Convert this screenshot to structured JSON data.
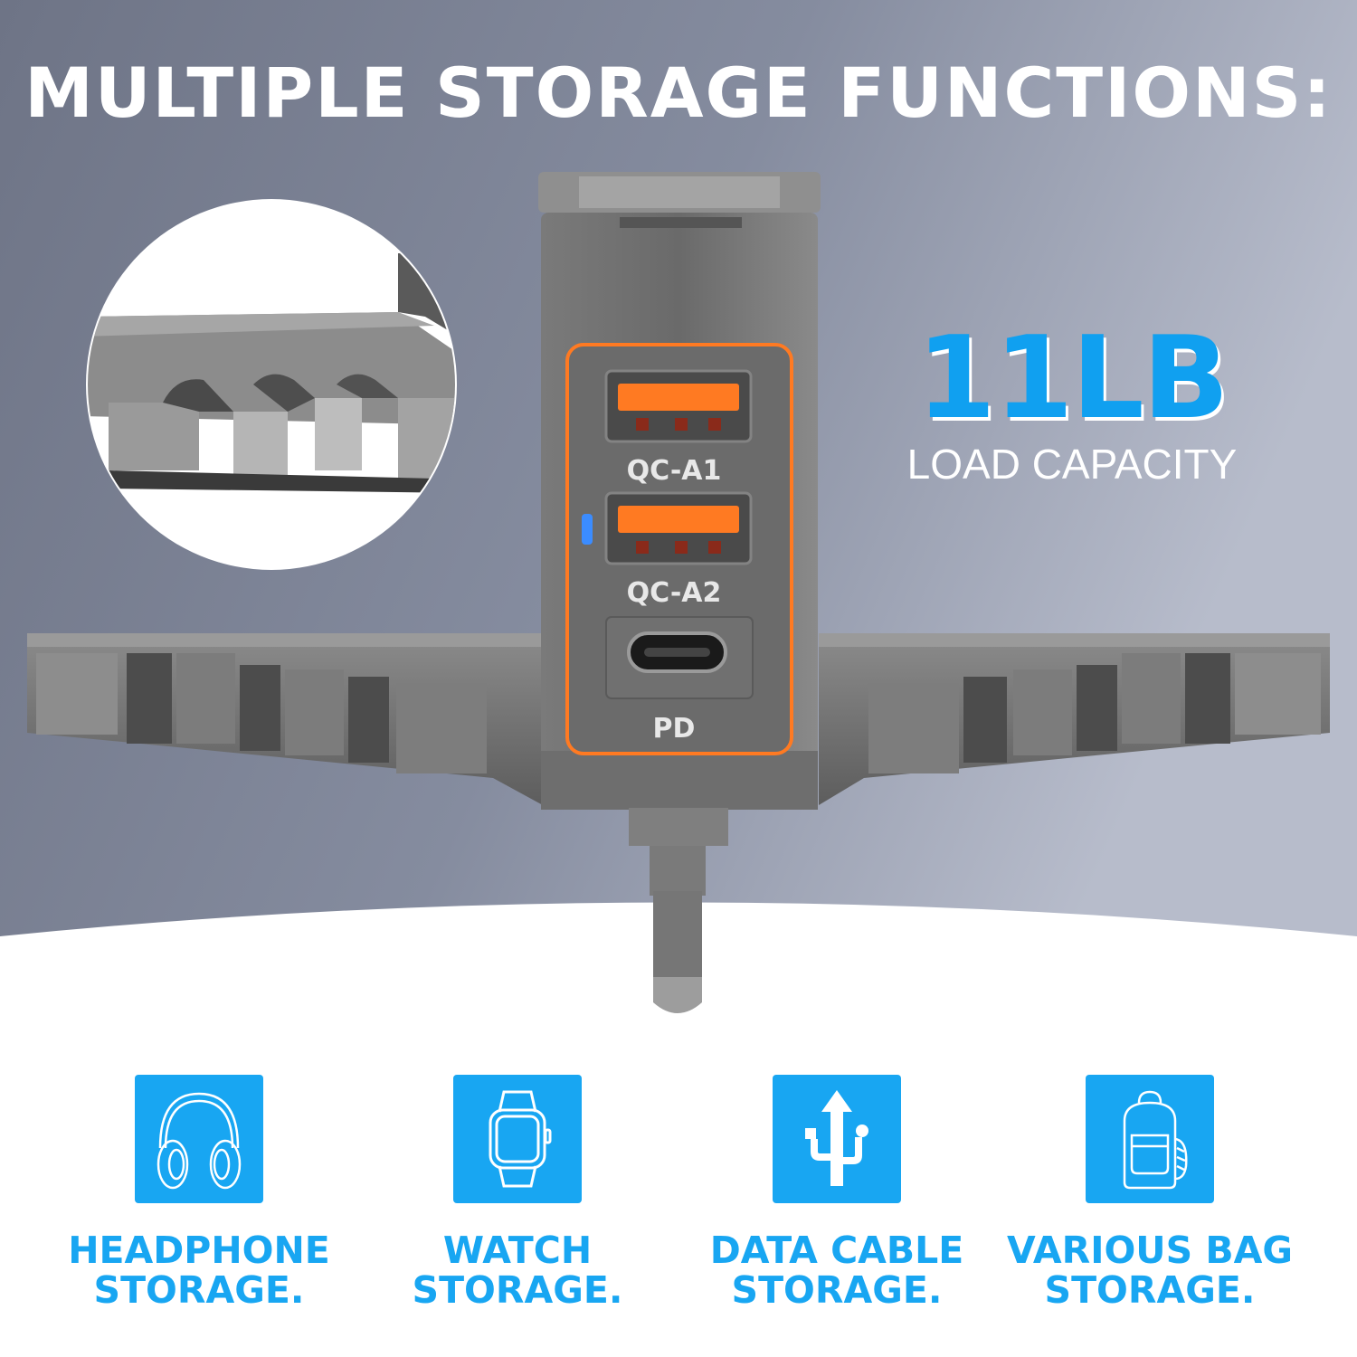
{
  "header": {
    "title": "MULTIPLE STORAGE FUNCTIONS:"
  },
  "load": {
    "value": "11LB",
    "label": "LOAD CAPACITY"
  },
  "ports": [
    {
      "label": "QC-A1"
    },
    {
      "label": "QC-A2"
    },
    {
      "label": "PD"
    }
  ],
  "colors": {
    "accent": "#18a6f2",
    "port_orange": "#ff7a22",
    "indicator": "#3b8cff",
    "background_top": "#8a93aa"
  },
  "features": [
    {
      "icon": "headphone-icon",
      "line1": "HEADPHONE",
      "line2": "STORAGE."
    },
    {
      "icon": "watch-icon",
      "line1": "WATCH",
      "line2": "STORAGE."
    },
    {
      "icon": "data-cable-icon",
      "line1": "DATA CABLE",
      "line2": "STORAGE."
    },
    {
      "icon": "backpack-icon",
      "line1": "VARIOUS BAG",
      "line2": "STORAGE."
    }
  ]
}
